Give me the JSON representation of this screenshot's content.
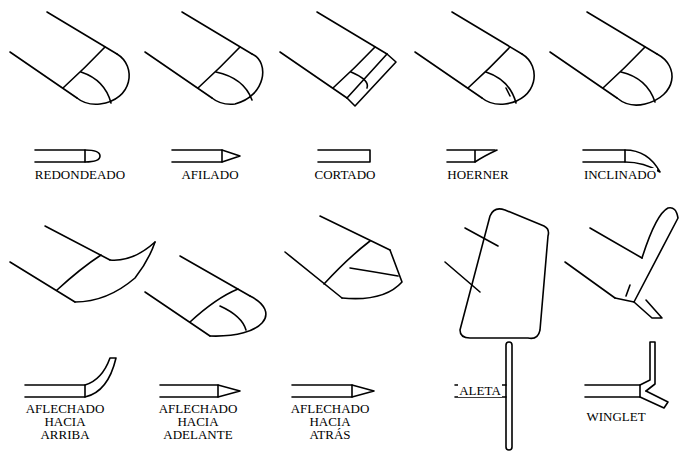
{
  "diagram": {
    "labels": [
      "REDONDEADO",
      "AFILADO",
      "CORTADO",
      "HOERNER",
      "INCLINADO",
      "AFLECHADO HACIA ARRIBA",
      "AFLECHADO HACIA ADELANTE",
      "AFLECHADO HACIA ATRÁS",
      "ALETA",
      "WINGLET"
    ]
  }
}
